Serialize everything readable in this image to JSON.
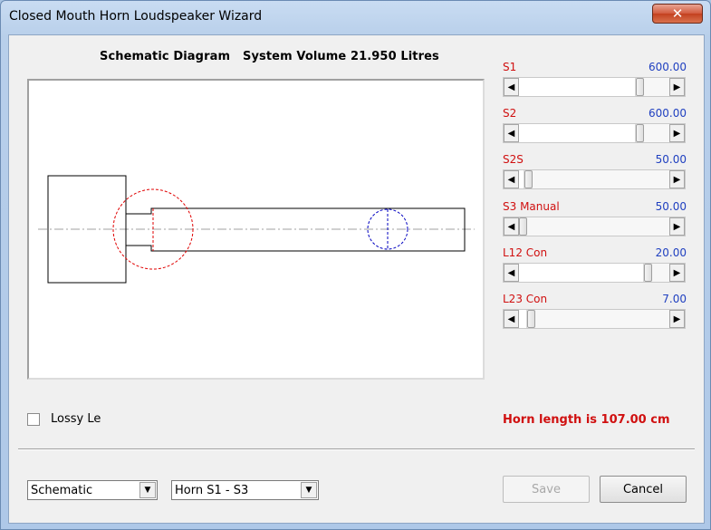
{
  "window": {
    "title": "Closed Mouth Horn Loudspeaker Wizard",
    "close_glyph": "✕"
  },
  "schematic": {
    "heading": "Schematic Diagram   System Volume 21.950 Litres"
  },
  "params": [
    {
      "label": "S1",
      "value": "600.00",
      "fraction": 0.82
    },
    {
      "label": "S2",
      "value": "600.00",
      "fraction": 0.82
    },
    {
      "label": "S2S",
      "value": "50.00",
      "fraction": 0.04
    },
    {
      "label": "S3 Manual",
      "value": "50.00",
      "fraction": 0.0
    },
    {
      "label": "L12 Con",
      "value": "20.00",
      "fraction": 0.88
    },
    {
      "label": "L23 Con",
      "value": "7.00",
      "fraction": 0.06
    }
  ],
  "options": {
    "lossy_le_label": "Lossy Le",
    "lossy_le_checked": false
  },
  "horn_length_text": "Horn length is 107.00 cm",
  "bottom": {
    "view_select": "Schematic",
    "horn_select": "Horn S1 - S3",
    "save_label": "Save",
    "cancel_label": "Cancel"
  },
  "icons": {
    "left_arrow": "◀",
    "right_arrow": "▶",
    "dropdown": "▼"
  },
  "colors": {
    "label_red": "#d01010",
    "value_blue": "#2040c0",
    "circle_red": "#e00000",
    "circle_blue": "#0000c0"
  }
}
